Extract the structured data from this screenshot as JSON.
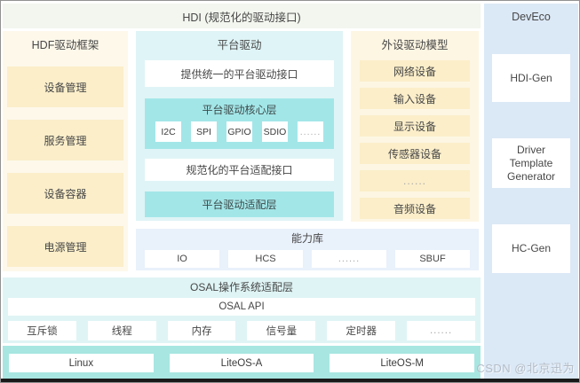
{
  "top_bar": {
    "title": "HDI (规范化的驱动接口)"
  },
  "deveco": {
    "title": "DevEco",
    "items": [
      "HDI-Gen",
      "Driver Template Generator",
      "HC-Gen"
    ]
  },
  "hdf_framework": {
    "title": "HDF驱动框架",
    "items": [
      "设备管理",
      "服务管理",
      "设备容器",
      "电源管理"
    ]
  },
  "platform_driver": {
    "title": "平台驱动",
    "unified_interface": "提供统一的平台驱动接口",
    "core_layer": {
      "title": "平台驱动核心层",
      "chips": [
        "I2C",
        "SPI",
        "GPIO",
        "SDIO",
        "......"
      ]
    },
    "adapter_interface": "规范化的平台适配接口",
    "adapter_layer": "平台驱动适配层"
  },
  "peripheral_models": {
    "title": "外设驱动模型",
    "items": [
      "网络设备",
      "输入设备",
      "显示设备",
      "传感器设备",
      "......",
      "音频设备"
    ]
  },
  "capability_lib": {
    "title": "能力库",
    "items": [
      "IO",
      "HCS",
      "......",
      "SBUF"
    ]
  },
  "osal": {
    "title": "OSAL操作系统适配层",
    "api": "OSAL API",
    "items": [
      "互斥锁",
      "线程",
      "内存",
      "信号量",
      "定时器",
      "......"
    ]
  },
  "kernels": {
    "items": [
      "Linux",
      "LiteOS-A",
      "LiteOS-M"
    ]
  },
  "watermark": "CSDN @北京迅为",
  "colors": {
    "cream_panel": "#fdf8ea",
    "cream_box": "#fbeec9",
    "cyan_panel": "#dff4f6",
    "cyan_box": "#a3e6e8",
    "blue_panel": "#e9f1fb",
    "deveco_panel": "#dbe8f6",
    "kernel_band": "#a8e6e1",
    "hdi_bar": "#f2f6ee"
  }
}
